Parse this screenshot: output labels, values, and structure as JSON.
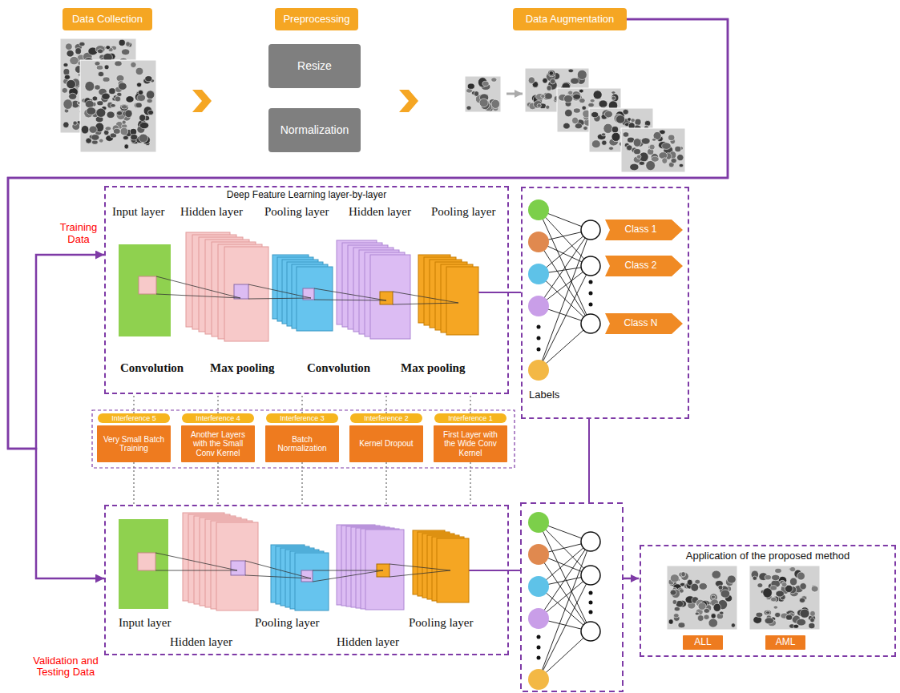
{
  "diagram": {
    "nodes": [
      {
        "text": [
          "Data Collection"
        ]
      },
      {
        "text": [
          "Preprocessing"
        ]
      },
      {
        "text": [
          "Resize"
        ]
      },
      {
        "text": [
          "Normalization"
        ]
      },
      {
        "text": [
          "Data Augmentation"
        ]
      },
      {
        "text": [
          "Deep Feature Learning layer-by-layer",
          "Input layer",
          "Hidden layer",
          "Pooling layer",
          "Hidden layer",
          "Pooling layer",
          "Convolution",
          "Max pooling",
          "Convolution",
          "Max pooling"
        ]
      },
      {
        "text": [
          "Labels"
        ]
      },
      {
        "text": [
          "Class 1"
        ],
        "in": 6
      },
      {
        "text": [
          "Class 2"
        ],
        "in": 6
      },
      {
        "text": [
          "Class N"
        ],
        "in": 6
      },
      {
        "text": [
          "Interference 5"
        ]
      },
      {
        "text": [
          "Very Small Batch Training"
        ]
      },
      {
        "text": [
          "Interference 4"
        ]
      },
      {
        "text": [
          "Another Layers with the Small Conv Kernel"
        ]
      },
      {
        "text": [
          "Interference 3"
        ]
      },
      {
        "text": [
          "Batch Normalization"
        ]
      },
      {
        "text": [
          "Interference 2"
        ]
      },
      {
        "text": [
          "Kernel Dropout"
        ]
      },
      {
        "text": [
          "Interference 1"
        ]
      },
      {
        "text": [
          "First Layer with the Wide Conv Kernel"
        ]
      },
      {
        "text": [
          "Input layer",
          "Hidden layer",
          "Pooling layer",
          "Hidden layer",
          "Pooling layer"
        ]
      },
      {
        "text": [
          "Application of the proposed method"
        ]
      },
      {
        "text": [
          "ALL"
        ],
        "in": 21
      },
      {
        "text": [
          "AML"
        ],
        "in": 21
      }
    ],
    "edges": [
      {
        "from": 4,
        "to": 5,
        "arrow": "to"
      },
      {
        "from": 4,
        "to": 20,
        "arrow": "to"
      },
      {
        "from": 5,
        "to": 6,
        "arrow": "none"
      },
      {
        "from": 10,
        "to": 5,
        "arrow": "none"
      },
      {
        "from": 12,
        "to": 5,
        "arrow": "none"
      },
      {
        "from": 14,
        "to": 5,
        "arrow": "none"
      },
      {
        "from": 16,
        "to": 5,
        "arrow": "none"
      },
      {
        "from": 18,
        "to": 5,
        "arrow": "none"
      },
      {
        "from": 11,
        "to": 20,
        "arrow": "none"
      },
      {
        "from": 13,
        "to": 20,
        "arrow": "none"
      },
      {
        "from": 15,
        "to": 20,
        "arrow": "none"
      },
      {
        "from": 17,
        "to": 20,
        "arrow": "none"
      },
      {
        "from": 19,
        "to": 20,
        "arrow": "none"
      }
    ],
    "labels": [
      "Training Data",
      "Validation and Testing Data"
    ]
  }
}
